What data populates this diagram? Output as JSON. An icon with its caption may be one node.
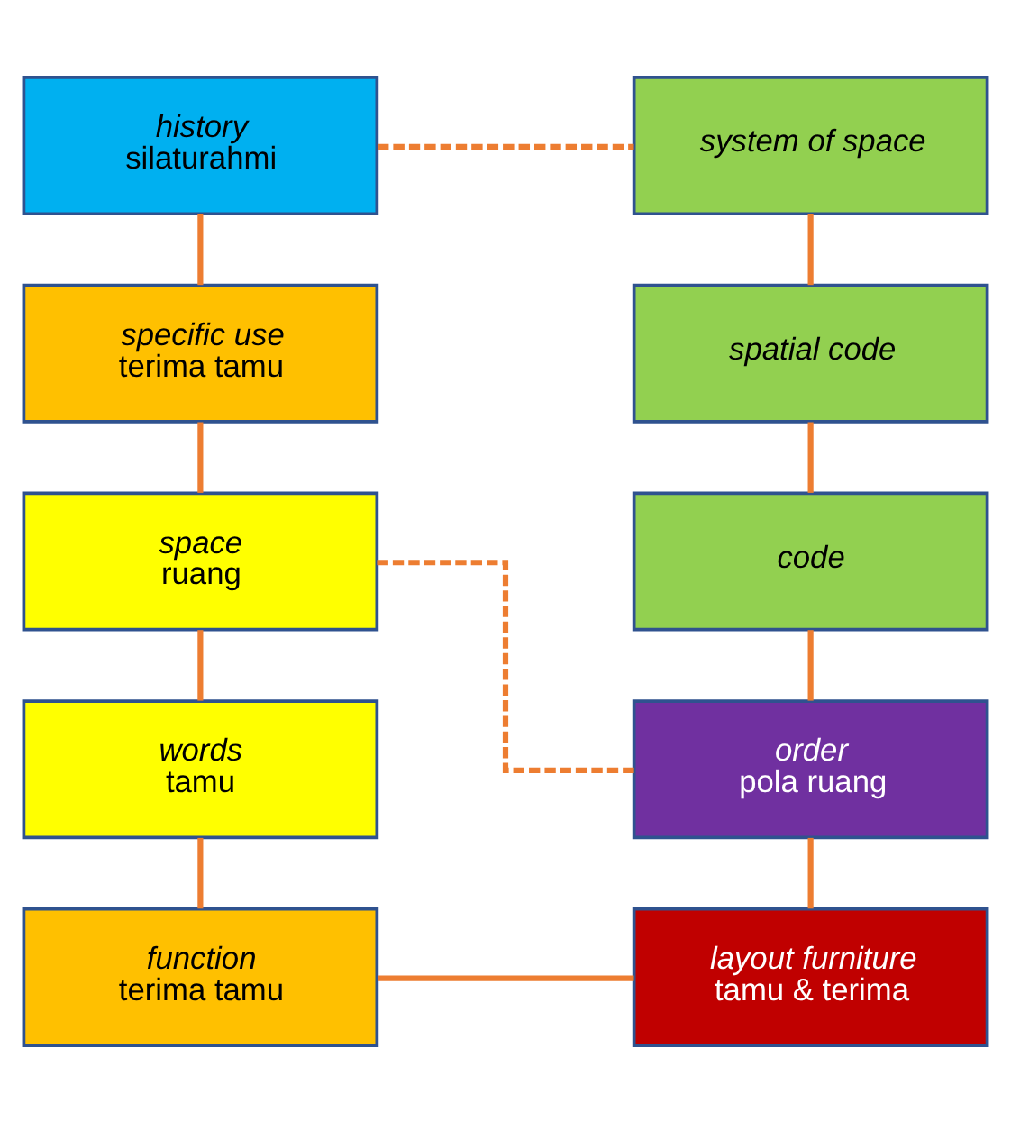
{
  "diagram": {
    "nodes": [
      {
        "text": [
          "history",
          "silaturahmi"
        ]
      },
      {
        "text": [
          "specific use",
          "terima tamu"
        ]
      },
      {
        "text": [
          "space",
          "ruang"
        ]
      },
      {
        "text": [
          "words",
          "tamu"
        ]
      },
      {
        "text": [
          "function",
          "terima tamu"
        ]
      },
      {
        "text": [
          "system of space"
        ]
      },
      {
        "text": [
          "spatial code"
        ]
      },
      {
        "text": [
          "code"
        ]
      },
      {
        "text": [
          "order",
          "pola ruang"
        ]
      },
      {
        "text": [
          "layout furniture",
          "tamu & terima"
        ]
      }
    ],
    "edges": [
      {
        "from": 0,
        "to": 1,
        "arrow": "none"
      },
      {
        "from": 1,
        "to": 2,
        "arrow": "none"
      },
      {
        "from": 2,
        "to": 3,
        "arrow": "none"
      },
      {
        "from": 3,
        "to": 4,
        "arrow": "none"
      },
      {
        "from": 0,
        "to": 5,
        "arrow": "none",
        "style": "dashed"
      },
      {
        "from": 5,
        "to": 6,
        "arrow": "none"
      },
      {
        "from": 6,
        "to": 7,
        "arrow": "none"
      },
      {
        "from": 7,
        "to": 8,
        "arrow": "none"
      },
      {
        "from": 2,
        "to": 8,
        "arrow": "none",
        "style": "dashed"
      },
      {
        "from": 8,
        "to": 9,
        "arrow": "none"
      },
      {
        "from": 4,
        "to": 9,
        "arrow": "none"
      }
    ]
  }
}
